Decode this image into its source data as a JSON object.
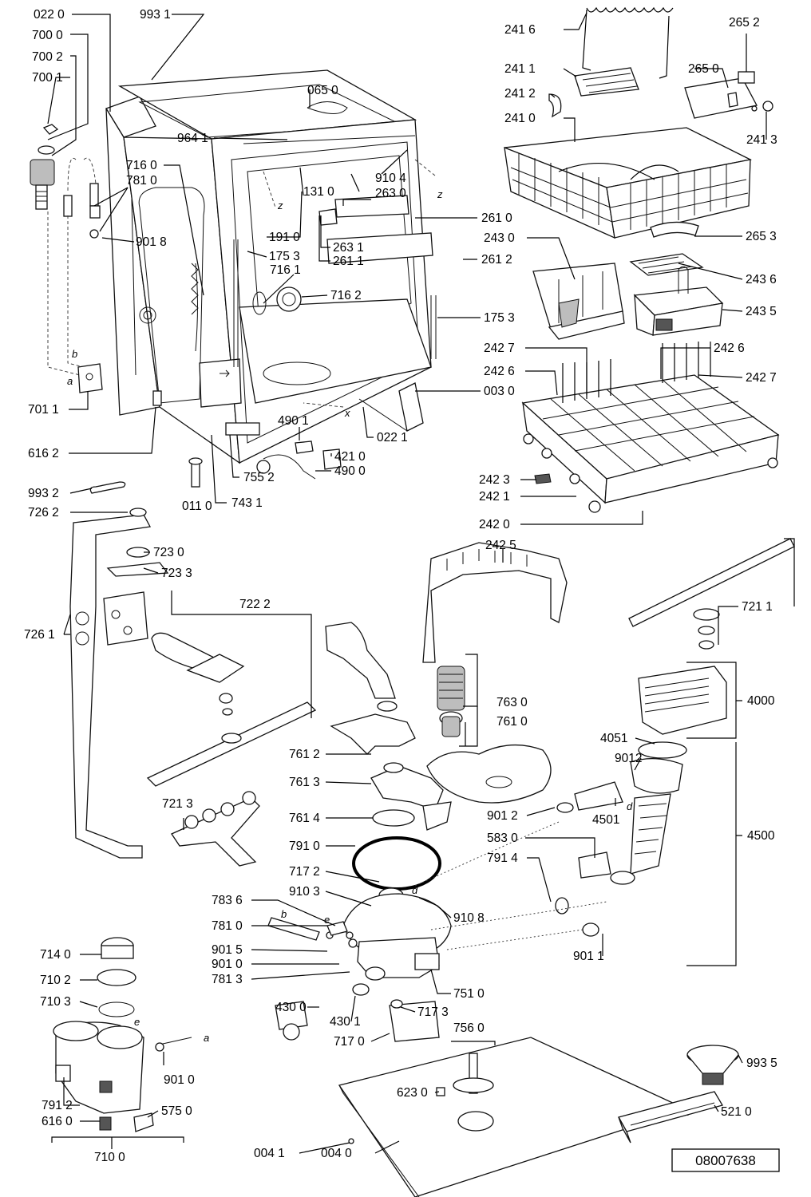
{
  "labels": {
    "l0220": "022 0",
    "l9931": "993 1",
    "l7000": "700 0",
    "l7002": "700 2",
    "l7001": "700 1",
    "l0650": "065 0",
    "l9641": "964 1",
    "l7160": "716 0",
    "l7810": "781 0",
    "l9104": "910 4",
    "l1310": "131 0",
    "l2630": "263 0",
    "l2610": "261 0",
    "l9018": "901 8",
    "l1910": "191 0",
    "l1753a": "175 3",
    "l2631": "263 1",
    "l2611": "261 1",
    "l2612": "261 2",
    "l7161": "716 1",
    "l7162": "716 2",
    "l1753b": "175 3",
    "l0030": "003 0",
    "l7011": "701 1",
    "l4901": "490 1",
    "l0221": "022 1",
    "l4210": "421 0",
    "l4900": "490 0",
    "l6162": "616 2",
    "l7552": "755 2",
    "l0110": "011 0",
    "l7431": "743 1",
    "l9932": "993 2",
    "l7262": "726 2",
    "l7230": "723 0",
    "l7233": "723 3",
    "l7222": "722 2",
    "l7261": "726 1",
    "l2416": "241 6",
    "l2652": "265 2",
    "l2411": "241 1",
    "l2650": "265 0",
    "l2412": "241 2",
    "l2410": "241 0",
    "l2413": "241 3",
    "l2653": "265 3",
    "l2430": "243 0",
    "l2436": "243 6",
    "l2435": "243 5",
    "l2427a": "242 7",
    "l2426a": "242 6",
    "l2426b": "242 6",
    "l2427b": "242 7",
    "l2423": "242 3",
    "l2421": "242 1",
    "l2420": "242 0",
    "l2425": "242 5",
    "l7211": "721 1",
    "l4000": "4000",
    "l4051": "4051",
    "l9012a": "9012",
    "l7630": "763 0",
    "l7610": "761 0",
    "l7612": "761 2",
    "l7613": "761 3",
    "l7614": "761 4",
    "l9012b": "901 2",
    "l4501": "4501",
    "l7213": "721 3",
    "l5830": "583 0",
    "l4500": "4500",
    "l7910": "791 0",
    "l7914": "791 4",
    "l7172": "717 2",
    "l9103": "910 3",
    "l9108": "910 8",
    "l7836": "783 6",
    "l7810b": "781 0",
    "l9015": "901 5",
    "l9010": "901 0",
    "l7813": "781 3",
    "l9011": "901 1",
    "l7140": "714 0",
    "l7102": "710 2",
    "l7510": "751 0",
    "l4300": "430 0",
    "l4301": "430 1",
    "l7173": "717 3",
    "l7103": "710 3",
    "l7170": "717 0",
    "l7560": "756 0",
    "l9010b": "901 0",
    "l9935": "993 5",
    "l6230": "623 0",
    "l7912": "791 2",
    "l5750": "575 0",
    "l6160": "616 0",
    "l5210": "521 0",
    "l7100": "710 0",
    "l0041": "004 1",
    "l0040": "004 0"
  },
  "letters": {
    "z1": "z",
    "z2": "z",
    "b1": "b",
    "a1": "a",
    "x1": "x",
    "d1": "d",
    "d2": "d",
    "b2": "b",
    "e1": "e",
    "e2": "e",
    "a2": "a"
  },
  "reference_number": "08007638"
}
